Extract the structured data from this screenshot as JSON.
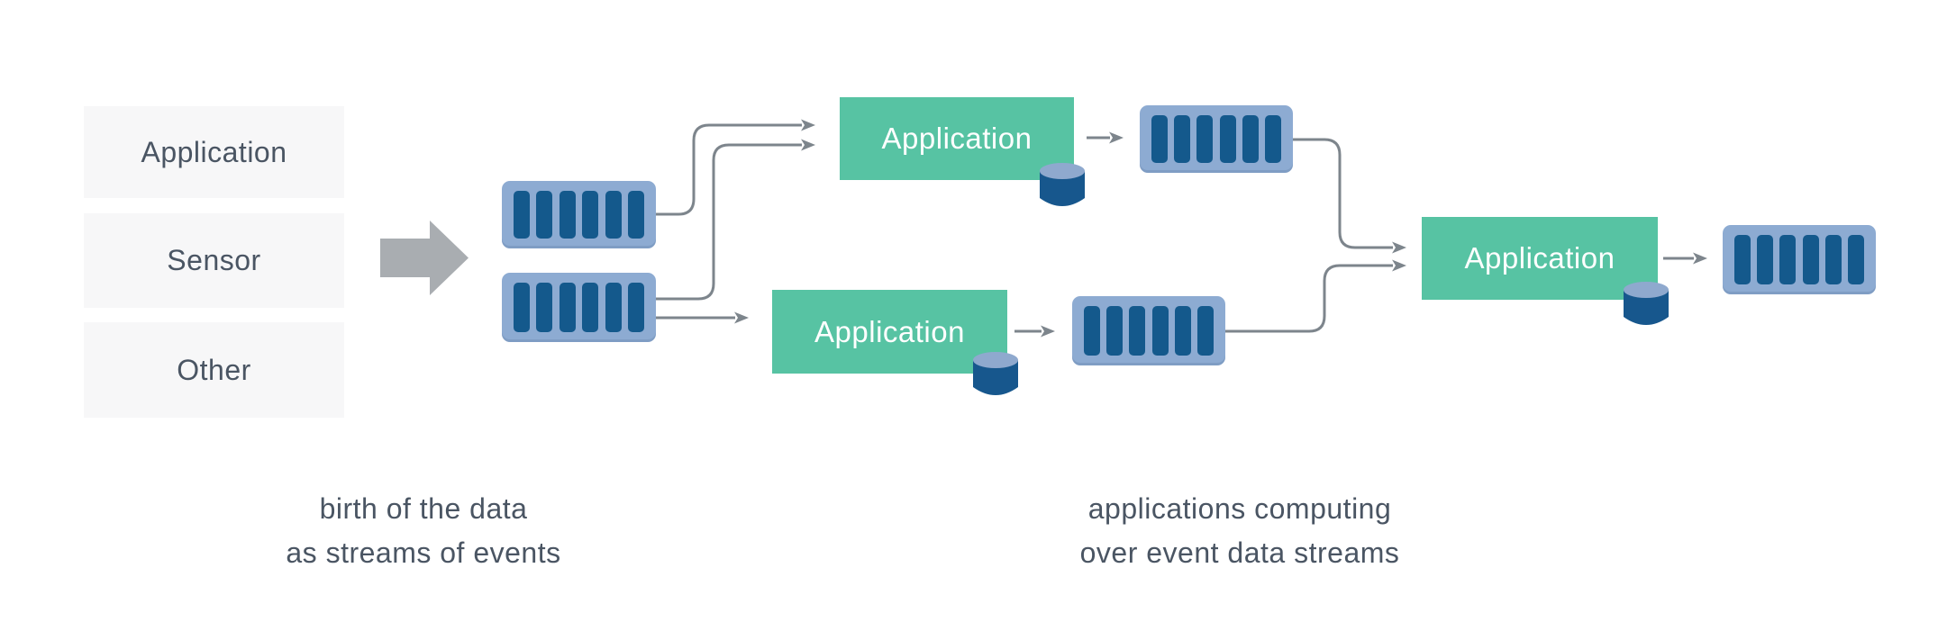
{
  "diagram": {
    "sources": {
      "items": [
        {
          "label": "Application"
        },
        {
          "label": "Sensor"
        },
        {
          "label": "Other"
        }
      ]
    },
    "applications": [
      {
        "label": "Application"
      },
      {
        "label": "Application"
      },
      {
        "label": "Application"
      }
    ],
    "captions": {
      "left": {
        "line1": "birth of the data",
        "line2": "as streams of events"
      },
      "right": {
        "line1": "applications computing",
        "line2": "over event data streams"
      }
    },
    "icons": {
      "ingest_arrow": "block-arrow-right-icon",
      "event_stream": "event-stream-log-icon",
      "database": "database-cylinder-icon",
      "flow_arrow": "flow-arrow-icon"
    },
    "colors": {
      "canvas-bg": "#ffffff",
      "source-box-bg": "#f7f7f8",
      "text-slate": "#4a5563",
      "app-green": "#57c3a3",
      "app-text": "#ffffff",
      "stream-outer": "#8dabd2",
      "stream-bar": "#14598c",
      "cylinder-body": "#17578d",
      "cylinder-top": "#8fa9ce",
      "block-arrow-gray": "#a9adb1",
      "flow-arrow-gray": "#7d858c"
    }
  }
}
